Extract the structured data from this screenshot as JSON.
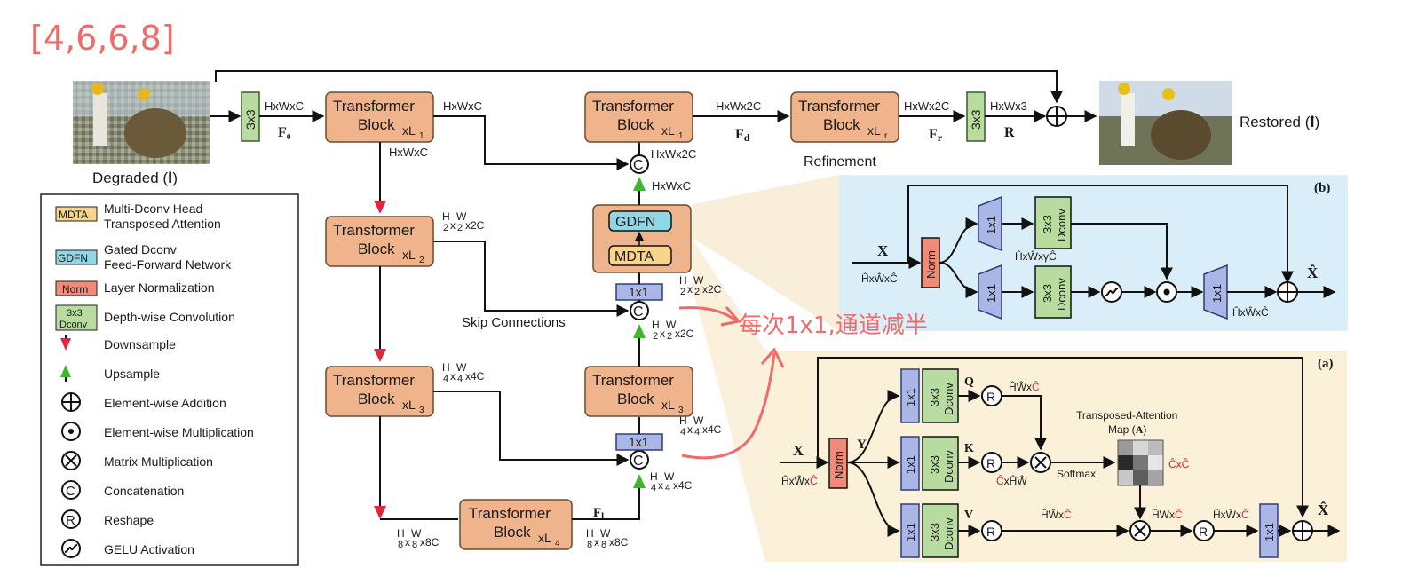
{
  "header": {
    "list_text": "[4,6,6,8]"
  },
  "images": {
    "degraded_caption": "Degraded (𝐈)",
    "restored_caption": "Restored (𝐈̂)"
  },
  "main": {
    "conv3x3": "3x3",
    "transformer": "Transformer",
    "block": "Block",
    "x_l1": "xL",
    "sub1": "1",
    "sub2": "2",
    "sub3": "3",
    "sub4": "4",
    "subr": "r",
    "dim_hwc": "HxWxC",
    "dim_hw2c": "HxWx2C",
    "dim_hw3": "HxWx3",
    "f0": "F₀",
    "fd": "F_d",
    "fr": "F_r",
    "r": "R",
    "refinement": "Refinement",
    "skip": "Skip Connections",
    "conv1x1": "1x1",
    "gdfn": "GDFN",
    "mdta": "MDTA",
    "fl": "F_l",
    "frac_h2": "H",
    "frac_den2": "2",
    "frac_den4": "4",
    "frac_den8": "8",
    "x2c": "x2C",
    "x4c": "x4C",
    "x8c": "x8C",
    "frac_w": "W",
    "frac_x": "x"
  },
  "legend": {
    "items": [
      {
        "chip": "MDTA",
        "label1": "Multi-Dconv Head",
        "label2": "Transposed Attention"
      },
      {
        "chip": "GDFN",
        "label1": "Gated Dconv",
        "label2": "Feed-Forward Network"
      },
      {
        "chip": "Norm",
        "label1": "Layer Normalization",
        "label2": ""
      },
      {
        "chip": "3x3 Dconv",
        "label1": "Depth-wise Convolution",
        "label2": ""
      },
      {
        "label1": "Downsample"
      },
      {
        "label1": "Upsample"
      },
      {
        "label1": "Element-wise Addition"
      },
      {
        "label1": "Element-wise Multiplication"
      },
      {
        "label1": "Matrix Multiplication"
      },
      {
        "label1": "Concatenation"
      },
      {
        "label1": "Reshape"
      },
      {
        "label1": "GELU Activation"
      }
    ]
  },
  "panel_b": {
    "tag": "(b)",
    "x_in": "X",
    "x_dim": "ĤxŴxĈ",
    "norm": "Norm",
    "conv1x1": "1x1",
    "dconv_top": "3x3",
    "dconv_bot": "Dconv",
    "mid_dim": "ĤxŴxγĈ",
    "out_dim": "ĤxŴxĈ",
    "x_out": "X̂"
  },
  "panel_a": {
    "tag": "(a)",
    "x_in": "X",
    "x_dim_black": "ĤxŴx",
    "x_dim_red": "Ĉ",
    "norm": "Norm",
    "y": "Y",
    "q": "Q",
    "k": "K",
    "v": "V",
    "conv1x1": "1x1",
    "dconv_top": "3x3",
    "dconv_bot": "Dconv",
    "q_dim_black": "ĤŴx",
    "q_dim_red": "Ĉ",
    "k_dim_red": "Ĉ",
    "k_dim_black": "xĤŴ",
    "softmax": "Softmax",
    "map_title1": "Transposed-Attention",
    "map_title2": "Map (A)",
    "map_dim": "ĈxĈ",
    "v_dim_black": "ĤŴx",
    "v_dim_red": "Ĉ",
    "o_dim_black": "ĤWx",
    "o_dim_red": "Ĉ",
    "r_dim_black": "ĤxŴx",
    "r_dim_red": "Ĉ",
    "x_out": "X̂"
  },
  "annotation": {
    "text": "每次1x1,通道减半"
  },
  "colors": {
    "block_fill": "#f0b48c",
    "block_stroke": "#6b4a2e",
    "conv_fill": "#b8dca0",
    "norm_fill": "#f28a78",
    "proj_fill": "#aab7e6",
    "gdfn_fill": "#8fd6e6",
    "mdta_fill": "#f7d58a",
    "panel_b_bg": "#d9eef8",
    "panel_a_bg": "#fbf0d8",
    "down_arrow": "#e0263e",
    "up_arrow": "#3bb82c",
    "annotation": "#f06a6a"
  }
}
